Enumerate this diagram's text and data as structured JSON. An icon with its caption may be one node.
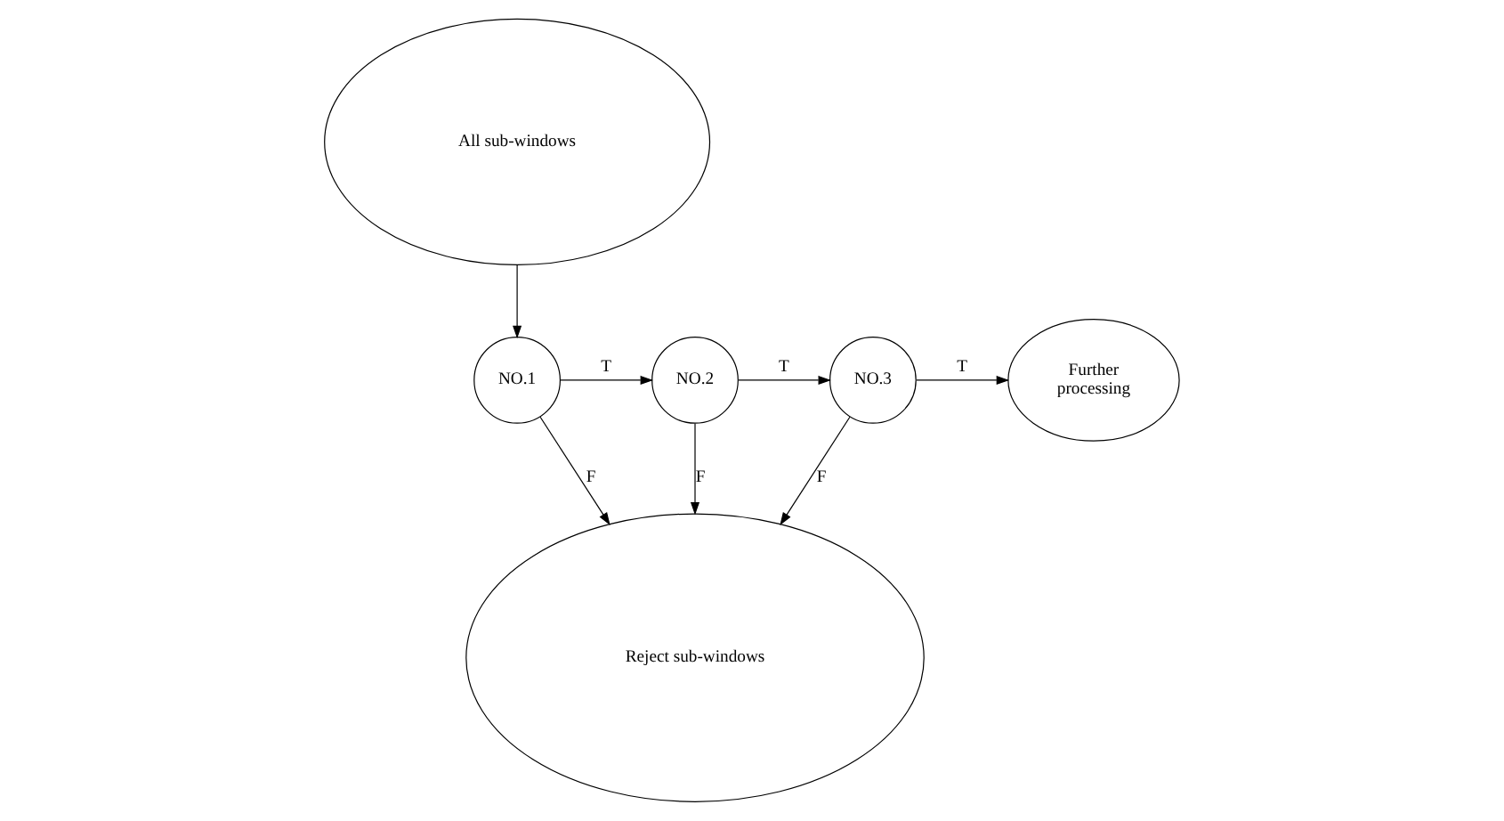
{
  "diagram": {
    "nodes": [
      {
        "text": [
          "All sub-windows"
        ]
      },
      {
        "text": [
          "NO.1"
        ]
      },
      {
        "text": [
          "NO.2"
        ]
      },
      {
        "text": [
          "NO.3"
        ]
      },
      {
        "text": [
          "Further processing"
        ]
      },
      {
        "text": [
          "Reject sub-windows"
        ]
      }
    ],
    "edges": [
      {
        "from": 0,
        "to": 1,
        "arrow": "to"
      },
      {
        "from": 1,
        "to": 2,
        "arrow": "to",
        "label": "T"
      },
      {
        "from": 2,
        "to": 3,
        "arrow": "to",
        "label": "T"
      },
      {
        "from": 3,
        "to": 4,
        "arrow": "to",
        "label": "T"
      },
      {
        "from": 1,
        "to": 5,
        "arrow": "to",
        "label": "F"
      },
      {
        "from": 2,
        "to": 5,
        "arrow": "to",
        "label": "F"
      },
      {
        "from": 3,
        "to": 5,
        "arrow": "to",
        "label": "F"
      }
    ]
  }
}
